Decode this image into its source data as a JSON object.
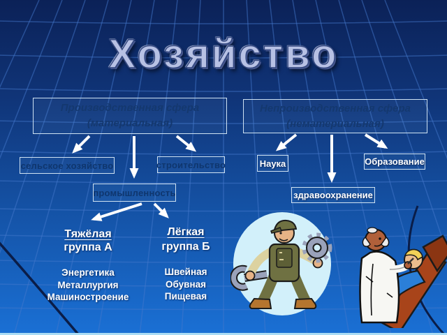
{
  "title": "Хозяйство",
  "production": {
    "title": "Производственная сфера",
    "subtitle": "(материальная)",
    "children": {
      "agriculture": "сельское хозяйство",
      "construction": "строительство",
      "industry": "промышленность"
    }
  },
  "nonproduction": {
    "title": "Непроизводственная сфера",
    "subtitle": "(нематериальная)",
    "children": {
      "science": "Наука",
      "education": "Образование",
      "healthcare": "здравоохранение"
    }
  },
  "industry_groups": {
    "heavy": {
      "name": "Тяжёлая",
      "group": "группа А",
      "items": [
        "Энергетика",
        "Металлургия",
        "Машиностроение"
      ]
    },
    "light": {
      "name": "Лёгкая",
      "group": "группа Б",
      "items": [
        "Швейная",
        "Обувная",
        "Пищевая"
      ]
    }
  },
  "illustrations": {
    "worker": "worker-with-wrench-and-gear-clipart",
    "medicine": "doctor-examining-patient-clipart"
  },
  "colors": {
    "background_top": "#0b2157",
    "background_bottom": "#1a70d5",
    "grid_line": "#4478cc",
    "globe_edge": "#0a1d48",
    "box_border": "#cfe2f2",
    "dark_text": "#0f366e",
    "light_text": "#ffffff",
    "arrow": "#ffffff",
    "title_fill": "#b7c1e4",
    "bottom_strip": "#aadcf5"
  }
}
